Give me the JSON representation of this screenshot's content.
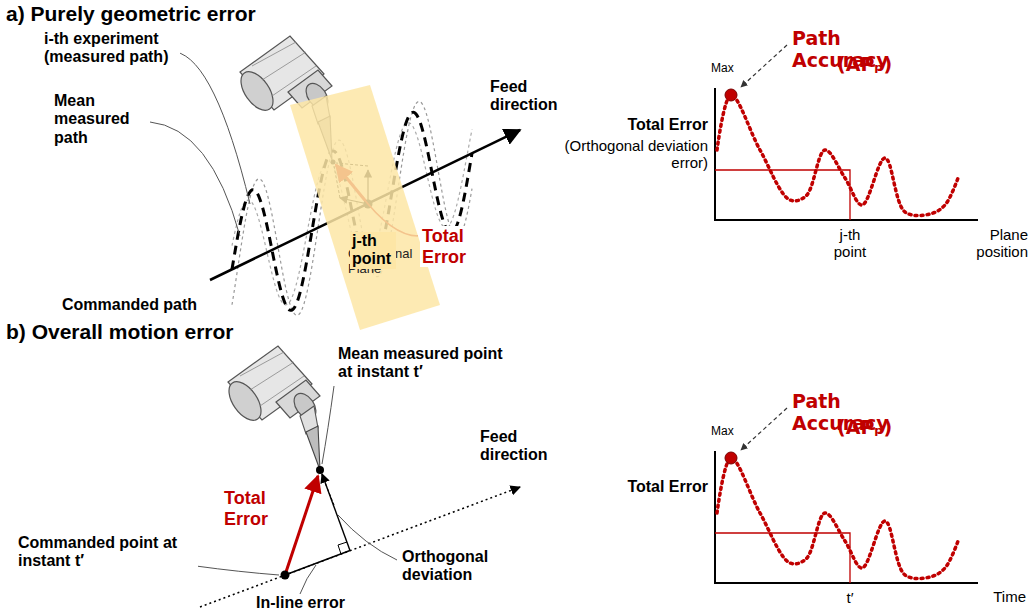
{
  "diagram": {
    "nodes": [
      {
        "text": [
          "Orthogonal Plane"
        ]
      }
    ],
    "labels": [
      "a) Purely geometric error",
      "i-th experiment (measured path)",
      "Mean measured path",
      "Feed direction",
      "j-th point",
      "Total Error",
      "Commanded path",
      "Path Accuracy",
      "(APₚ)",
      "Max",
      "Total Error",
      "(Orthogonal deviation error)",
      "j-th point",
      "Plane position",
      "b) Overall motion error",
      "Mean measured point at instant t′",
      "Feed direction",
      "Total Error",
      "Commanded point at instant t′",
      "In-line error",
      "Orthogonal deviation",
      "Path Accuracy",
      "(APₚ)",
      "Max",
      "Total Error",
      "t′",
      "Time"
    ]
  }
}
